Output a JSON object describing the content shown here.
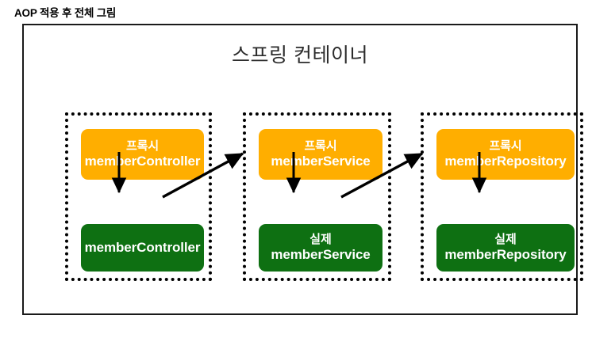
{
  "page": {
    "title": "AOP 적용 후 전체 그림"
  },
  "diagram": {
    "container_label": "스프링 컨테이너",
    "colors": {
      "proxy": "#ffae00",
      "real": "#0e7012",
      "border": "#000000",
      "container_border": "#1a1a1a",
      "text_on_box": "#ffffff",
      "container_title": "#2b2b2b"
    },
    "groups": [
      {
        "id": "group-1",
        "proxy": {
          "ko": "프록시",
          "en": "memberController"
        },
        "real": {
          "ko": "",
          "en": "memberController"
        }
      },
      {
        "id": "group-2",
        "proxy": {
          "ko": "프록시",
          "en": "memberService"
        },
        "real": {
          "ko": "실제",
          "en": "memberService"
        }
      },
      {
        "id": "group-3",
        "proxy": {
          "ko": "프록시",
          "en": "memberRepository"
        },
        "real": {
          "ko": "실제",
          "en": "memberRepository"
        }
      }
    ]
  }
}
